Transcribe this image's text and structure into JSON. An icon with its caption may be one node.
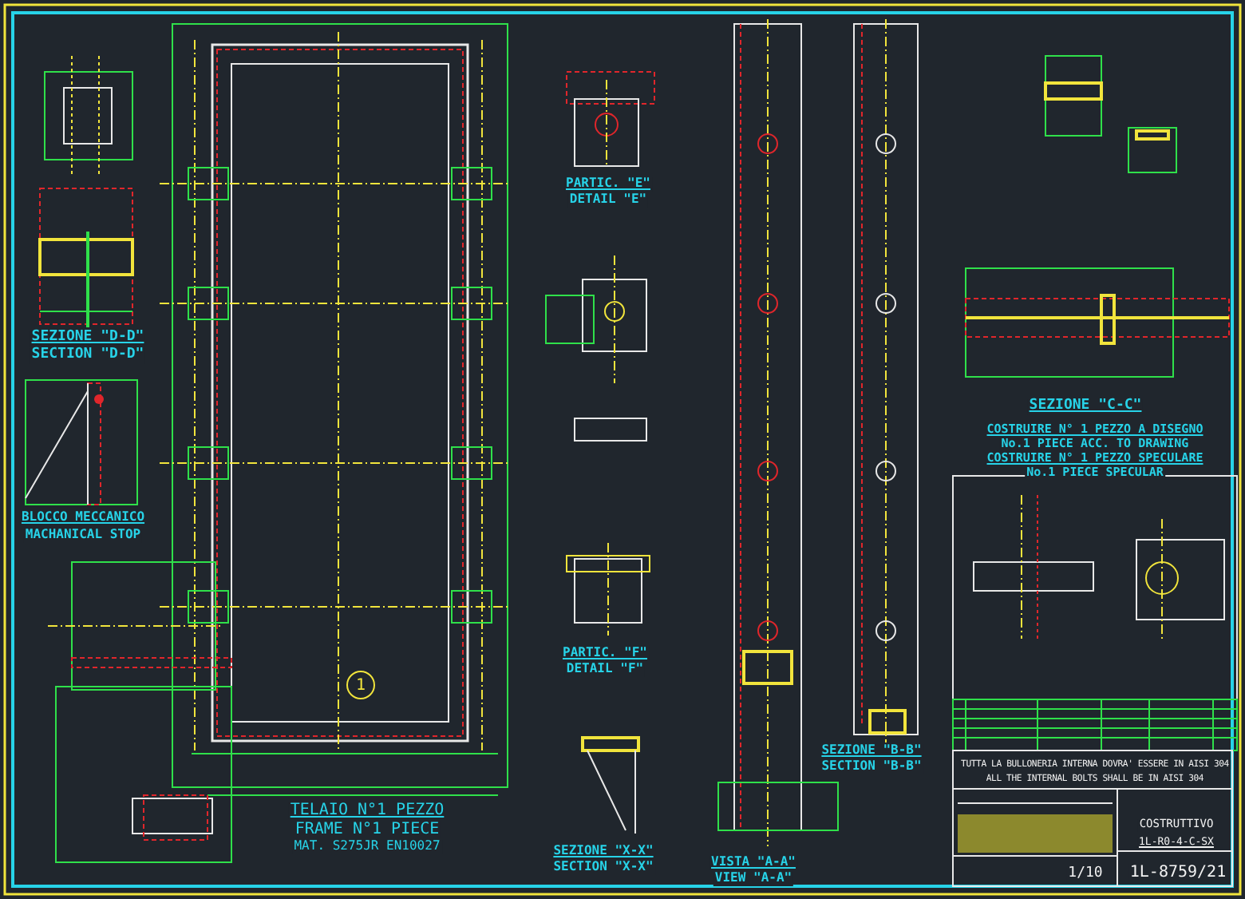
{
  "diagram": {
    "labels": [
      "SEZIONE \"D-D\"",
      "SECTION \"D-D\"",
      "BLOCCO MECCANICO",
      "MACHANICAL STOP",
      "PARTIC. \"E\"",
      "DETAIL \"E\"",
      "SEZIONE \"C-C\"",
      "COSTRUIRE N° 1 PEZZO A DISEGNO",
      "No.1 PIECE ACC. TO DRAWING",
      "COSTRUIRE N° 1 PEZZO SPECULARE",
      "No.1 PIECE SPECULAR",
      "PARTIC. \"F\"",
      "DETAIL \"F\"",
      "1",
      "TELAIO N°1 PEZZO",
      "FRAME N°1 PIECE",
      "MAT. S275JR EN10027",
      "SEZIONE \"B-B\"",
      "SECTION \"B-B\"",
      "SEZIONE \"X-X\"",
      "SECTION \"X-X\"",
      "VISTA \"A-A\"",
      "VIEW \"A-A\"",
      "TUTTA LA BULLONERIA INTERNA DOVRA' ESSERE IN AISI 304",
      "ALL THE INTERNAL BOLTS SHALL BE IN AISI 304",
      "COSTRUTTIVO",
      "1L-R0-4-C-SX",
      "1/10",
      "1L-8759/21"
    ]
  }
}
